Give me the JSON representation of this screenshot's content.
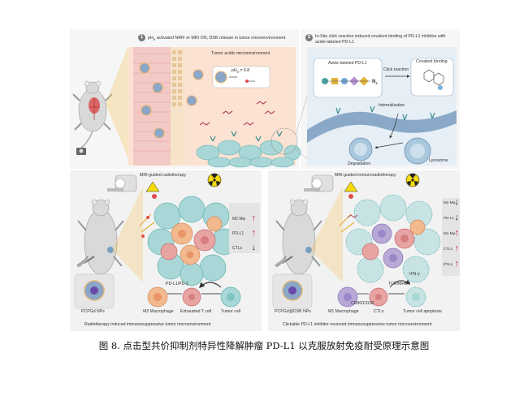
{
  "panel1": {
    "number": "1",
    "title_html": "pH<sub>e</sub> activated NIRF or MRI ON, DSB release in tumor microenvironment",
    "tumor_acidic": "Tumor acidic microenvironment",
    "ph_label_html": "pH<sub>e</sub> = 6.8"
  },
  "panel2": {
    "number": "2",
    "title": "In-Situ click reaction induced covalent binding of PD-L1 inhibitor with azide-labeled PD-L1",
    "azide_label": "Azide-labeled PD-L1",
    "n3": "N",
    "n3_sub": "3",
    "click_reaction": "Click reaction",
    "covalent_binding": "Covalent binding",
    "internalization": "Internalization",
    "degradation": "Degradation",
    "lysosome": "Lysosome"
  },
  "panel3": {
    "mri_label": "MRI-guided radiotherapy",
    "markers": [
      {
        "label": "M2 Mφ",
        "dir": "up"
      },
      {
        "label": "PD-L1",
        "dir": "up"
      },
      {
        "label": "CTLs",
        "dir": "down"
      }
    ],
    "np_label": "PCPGd NPs",
    "pdl1_pd1": "PD-L1/PD-1",
    "m2_macrophage": "M2 Macrophage",
    "exhausted_t": "Exhausted T cell",
    "tumor_cell": "Tumor cell",
    "footer": "Radiotherapy induced immunosuppressive tumor microenvironment"
  },
  "panel4": {
    "mri_label": "MRI-guided immunoradiotherapy",
    "markers": [
      {
        "label": "M2 Mφ",
        "dir": "down"
      },
      {
        "label": "PD-L1",
        "dir": "down"
      },
      {
        "label": "M1 Mφ",
        "dir": "up"
      },
      {
        "label": "CTLs",
        "dir": "up"
      },
      {
        "label": "IFN-γ",
        "dir": "up"
      }
    ],
    "np_label": "PCPGd@DSB NPs",
    "ifn": "IFN-γ",
    "tcr": "TCR/MHC-I",
    "cd80": "CD80/CD28",
    "m1_macrophage": "M1 Macrophage",
    "ctls": "CTLs",
    "apoptosis": "Tumor cell apoptosis",
    "footer": "Clickable PD-L1 inhibitor reversed immunosuppressive tumor microenvironment"
  },
  "caption": "图 8. 点击型共价抑制剂特异性降解肿瘤 PD-L1 以克服放射免疫耐受原理示意图",
  "colors": {
    "vessel": "#f3c9c6",
    "tumor_cell": "#a9d6d6",
    "tumor_dark": "#5fb3b3",
    "macrophage_m2": "#f2b98f",
    "t_cell": "#e8a3a3",
    "m1": "#b7a8d6",
    "arrow_up": "#c0282d",
    "panel_bg": "#eef3f8"
  }
}
